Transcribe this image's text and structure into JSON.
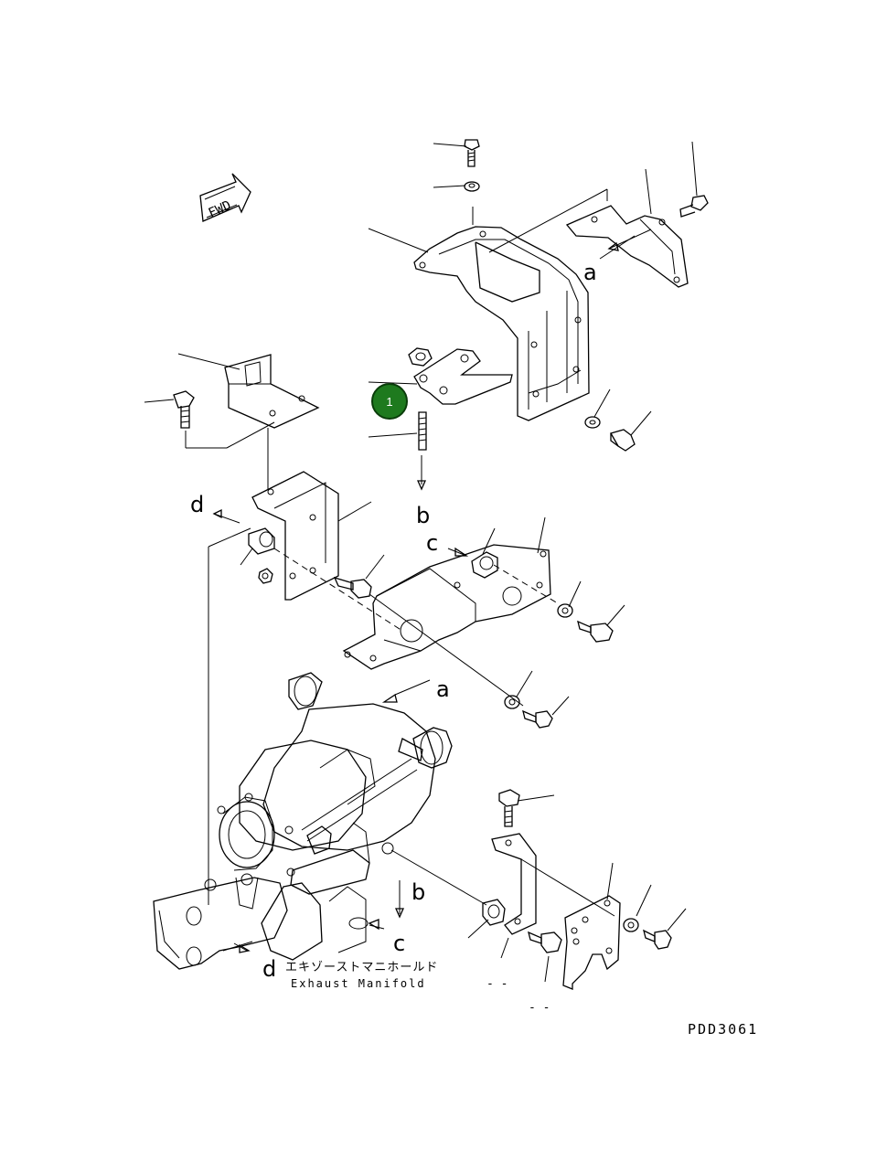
{
  "fwd_label": "FWD",
  "callout": {
    "number": "1",
    "fill": "#1e7a1e",
    "stroke": "#0a3d0a"
  },
  "letters": {
    "a1": "a",
    "a2": "a",
    "b1": "b",
    "b2": "b",
    "c1": "c",
    "c2": "c",
    "d1": "d",
    "d2": "d"
  },
  "manifold": {
    "jp": "エキゾーストマニホールド",
    "en": "Exhaust Manifold"
  },
  "dashes": {
    "d1": "- -",
    "d2": "- -"
  },
  "drawing_code": "PDD3061"
}
